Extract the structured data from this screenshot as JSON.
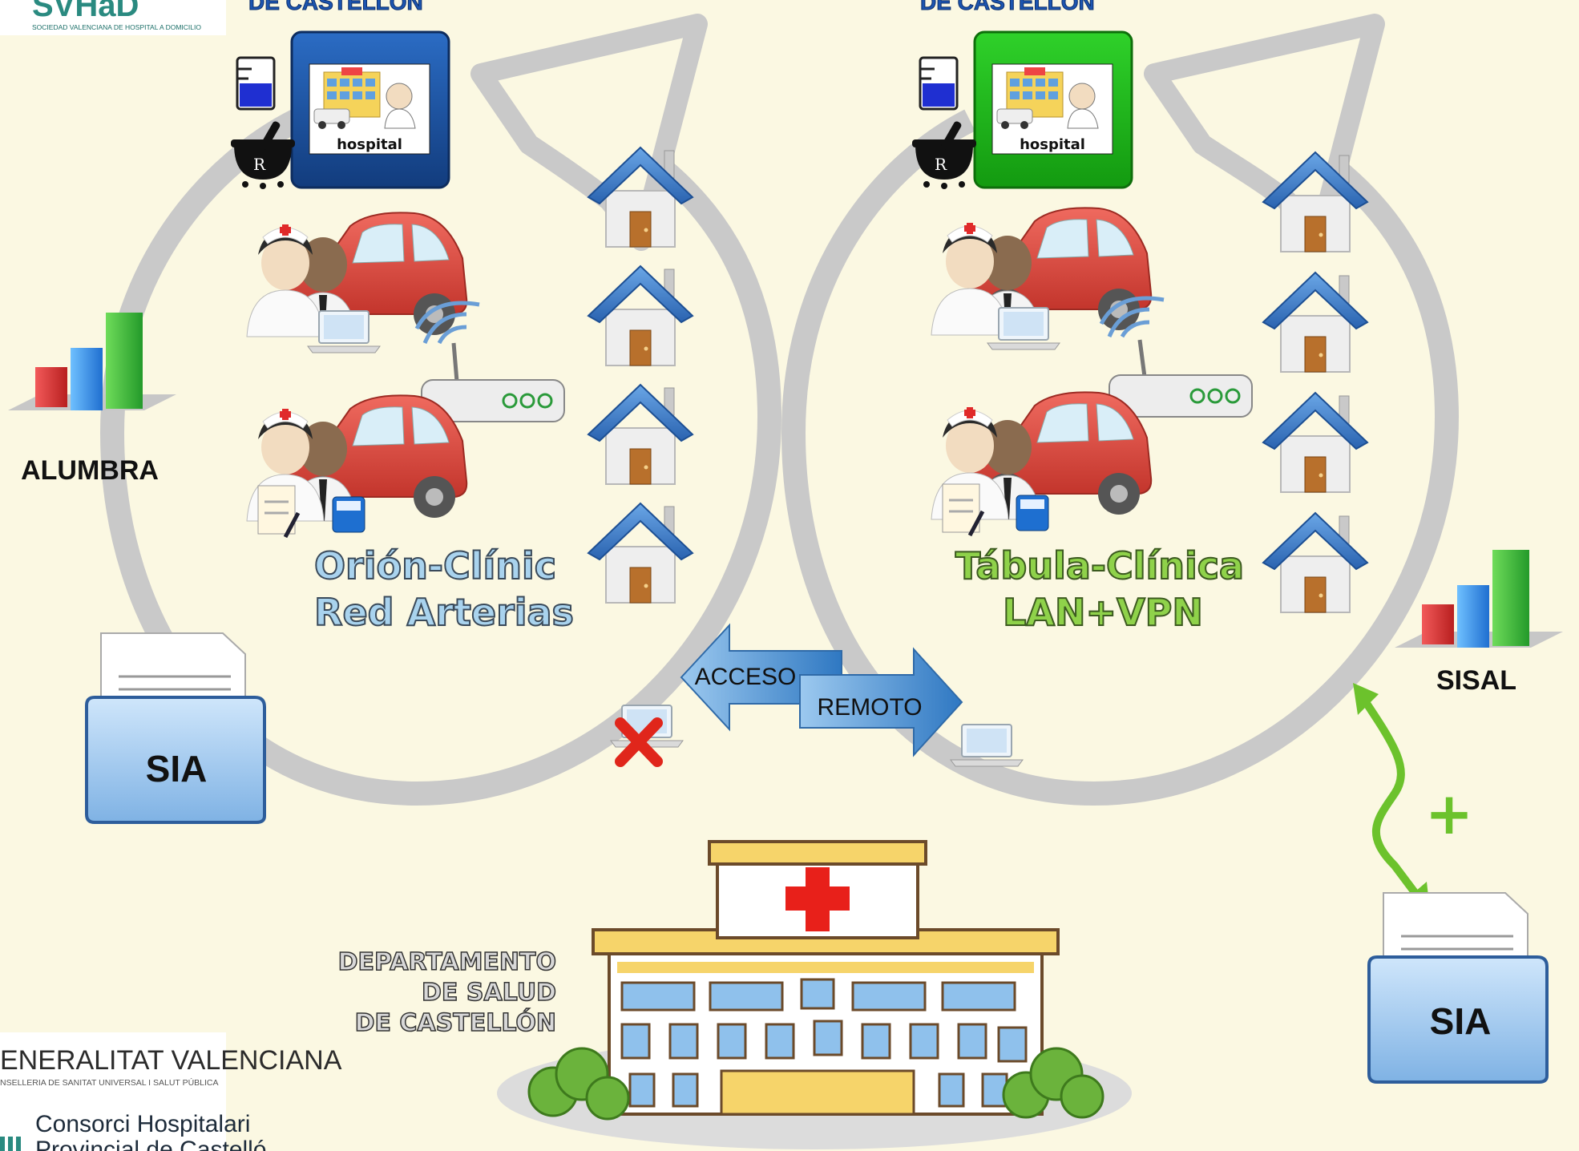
{
  "top_titles": {
    "left": "DE CASTELLÓN",
    "right": "DE CASTELLÓN"
  },
  "logos": {
    "svhad_caption": "SOCIEDAD VALENCIANA DE HOSPITAL A DOMICILIO",
    "generalitat_main": "ENERALITAT VALENCIANA",
    "generalitat_sub": "NSELLERIA DE SANITAT UNIVERSAL I SALUT PÚBLICA",
    "consorci_line1": "Consorci Hospitalari",
    "consorci_line2": "Provincial de Castelló"
  },
  "hospital_sign": "hospital",
  "left_system": {
    "line1": "Orión-Clínic",
    "line2": "Red Arterias"
  },
  "right_system": {
    "line1": "Tábula-Clínica",
    "line2": "LAN+VPN"
  },
  "left_chart_label": "ALUMBRA",
  "right_chart_label": "SISAL",
  "sia_labels": {
    "left": "SIA",
    "right": "SIA"
  },
  "remote_access": {
    "word1": "ACCESO",
    "word2": "REMOTO"
  },
  "plus_sign": "+",
  "department": {
    "line1": "DEPARTAMENTO",
    "line2": "DE SALUD",
    "line3": "DE CASTELLÓN"
  },
  "colors": {
    "background": "#fbf8e2",
    "cycle_arrow": "#c8c8c8",
    "left_hospital_tile": "#1b4f9c",
    "right_hospital_tile": "#1fb21a",
    "car": "#d9433a",
    "house_roof": "#3d7cc9",
    "arrow_blue": "#3f86c9",
    "green_link": "#6cc22c",
    "cross": "#e0261b"
  },
  "icons": [
    "beaker-icon",
    "mortar-rx-icon",
    "hospital-icon",
    "house-icon",
    "car-icon",
    "nurse-doctor-icon",
    "laptop-icon",
    "router-icon",
    "bar-chart-icon",
    "document-folder-icon",
    "blocked-laptop-icon",
    "hospital-building-icon",
    "double-arrow-icon"
  ]
}
